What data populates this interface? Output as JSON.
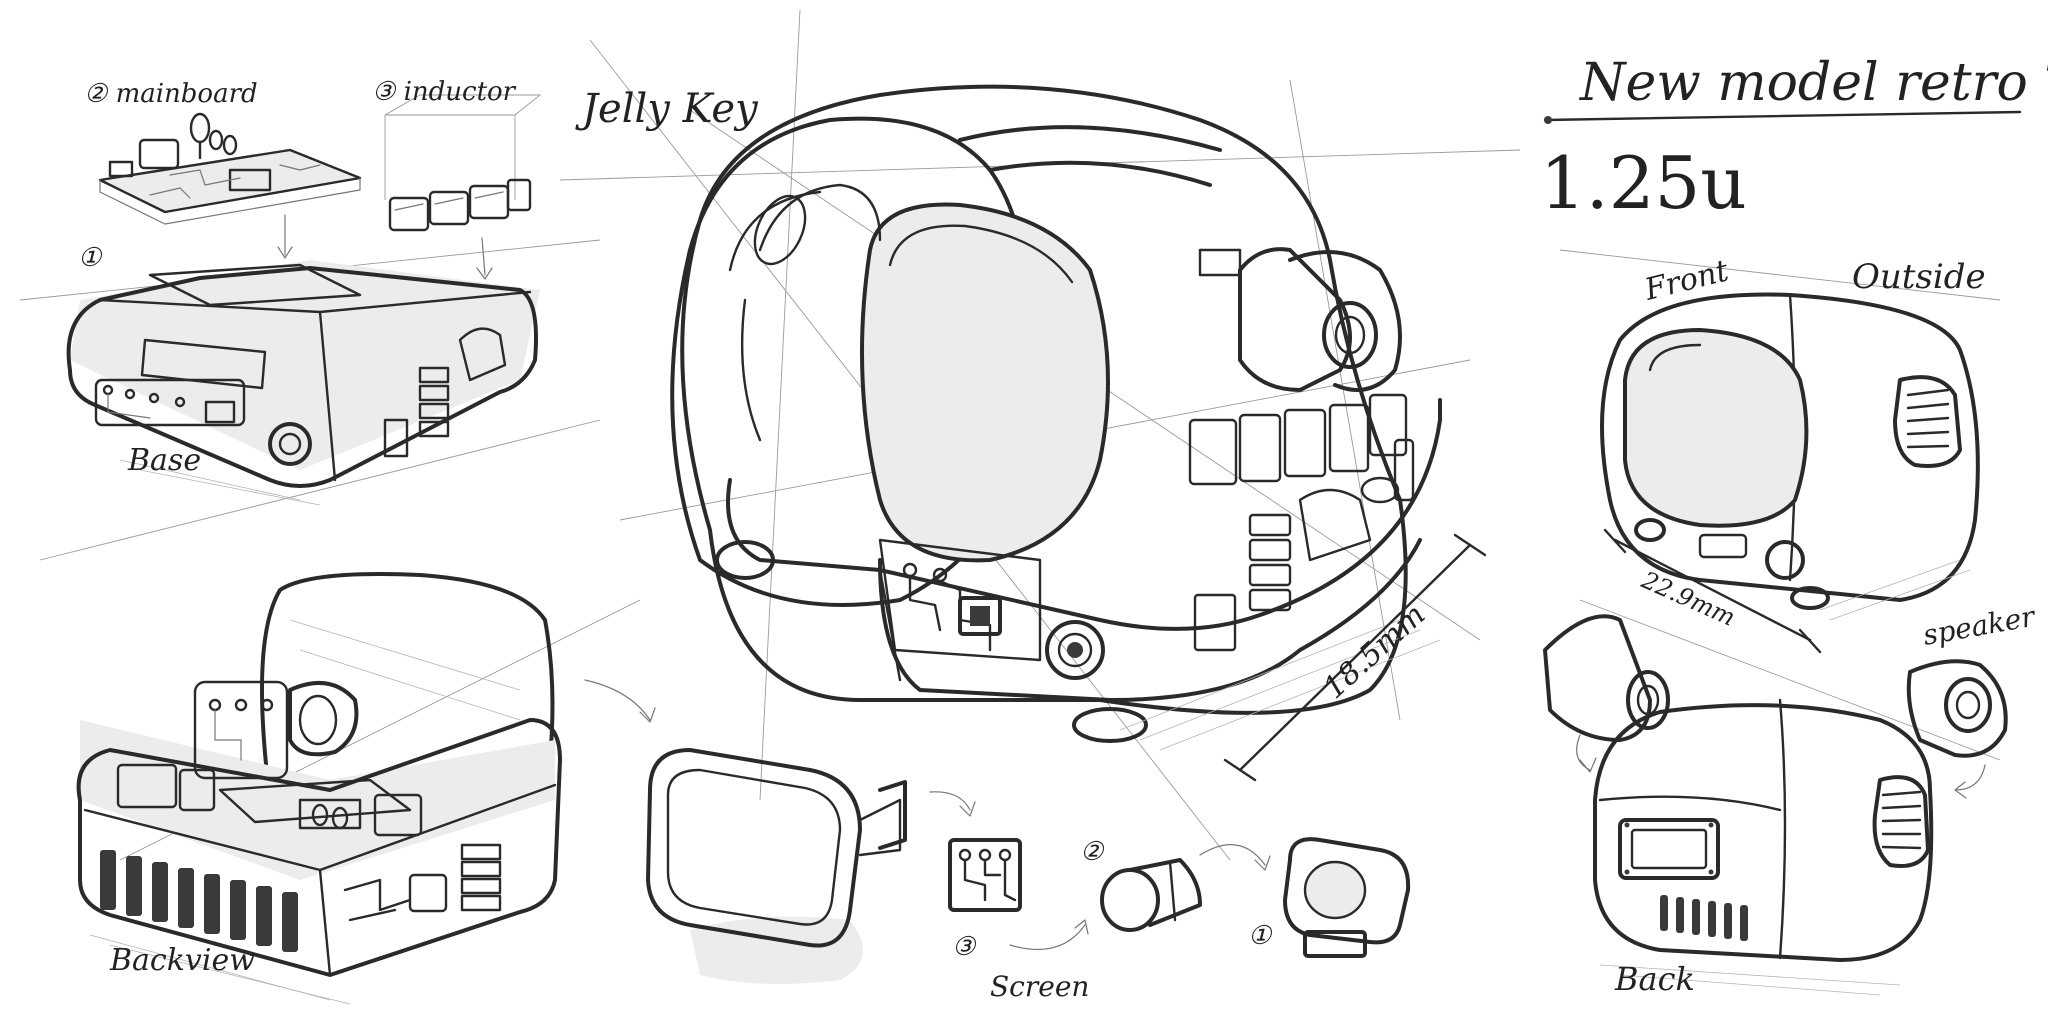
{
  "labels": {
    "mainboard": "② mainboard",
    "inductor": "③ inductor",
    "base_num": "①",
    "base": "Base",
    "back_view": "Backview",
    "jelly_key": "Jelly Key",
    "title": "New model retro Tv",
    "size": "1.25u",
    "front": "Front",
    "outside": "Outside",
    "dim_width": "22.9mm",
    "dim_height": "18.5mm",
    "speaker": "speaker",
    "back": "Back",
    "screen": "Screen",
    "screen_num_2": "②",
    "screen_num_3": "③",
    "screen_num_1": "①"
  }
}
